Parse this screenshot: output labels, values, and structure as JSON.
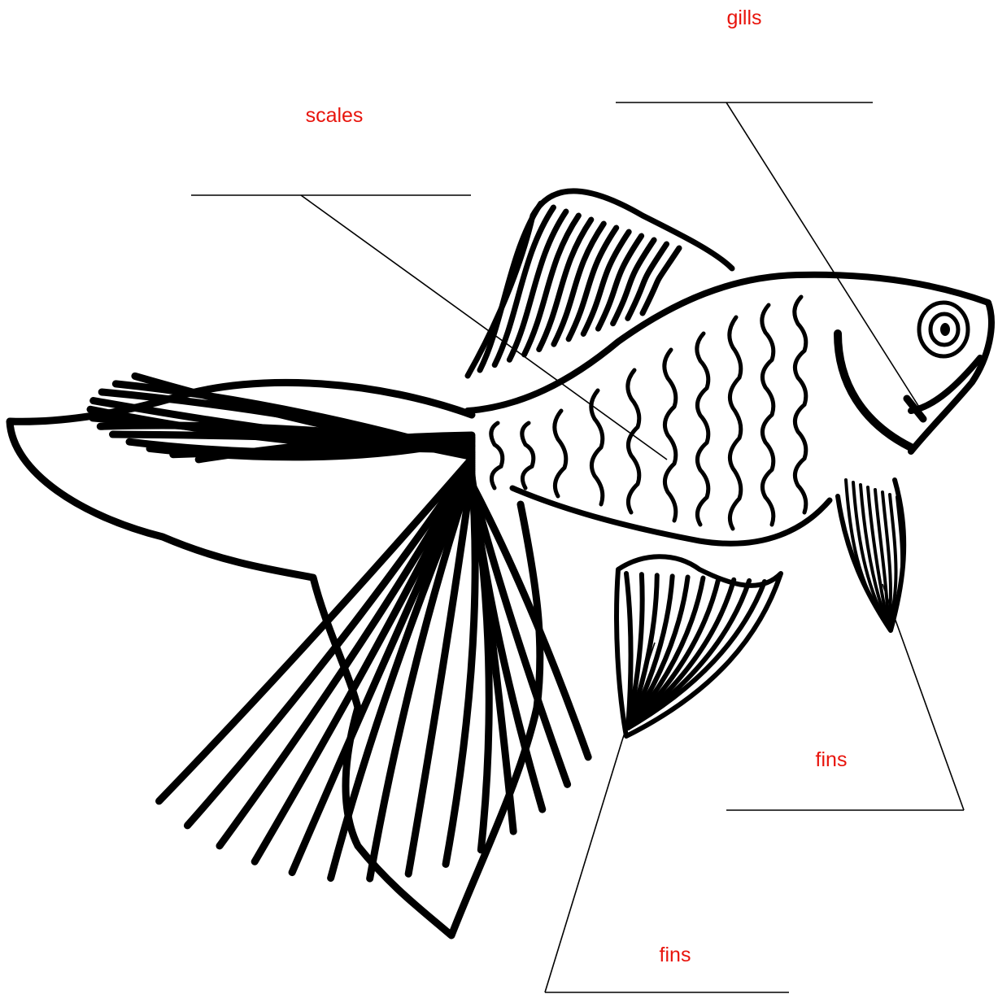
{
  "colors": {
    "label": "#e8140c",
    "ink": "#000000",
    "background": "#ffffff"
  },
  "labels": {
    "gills": "gills",
    "scales": "scales",
    "fins_pectoral": "fins",
    "fins_pelvic": "fins"
  }
}
